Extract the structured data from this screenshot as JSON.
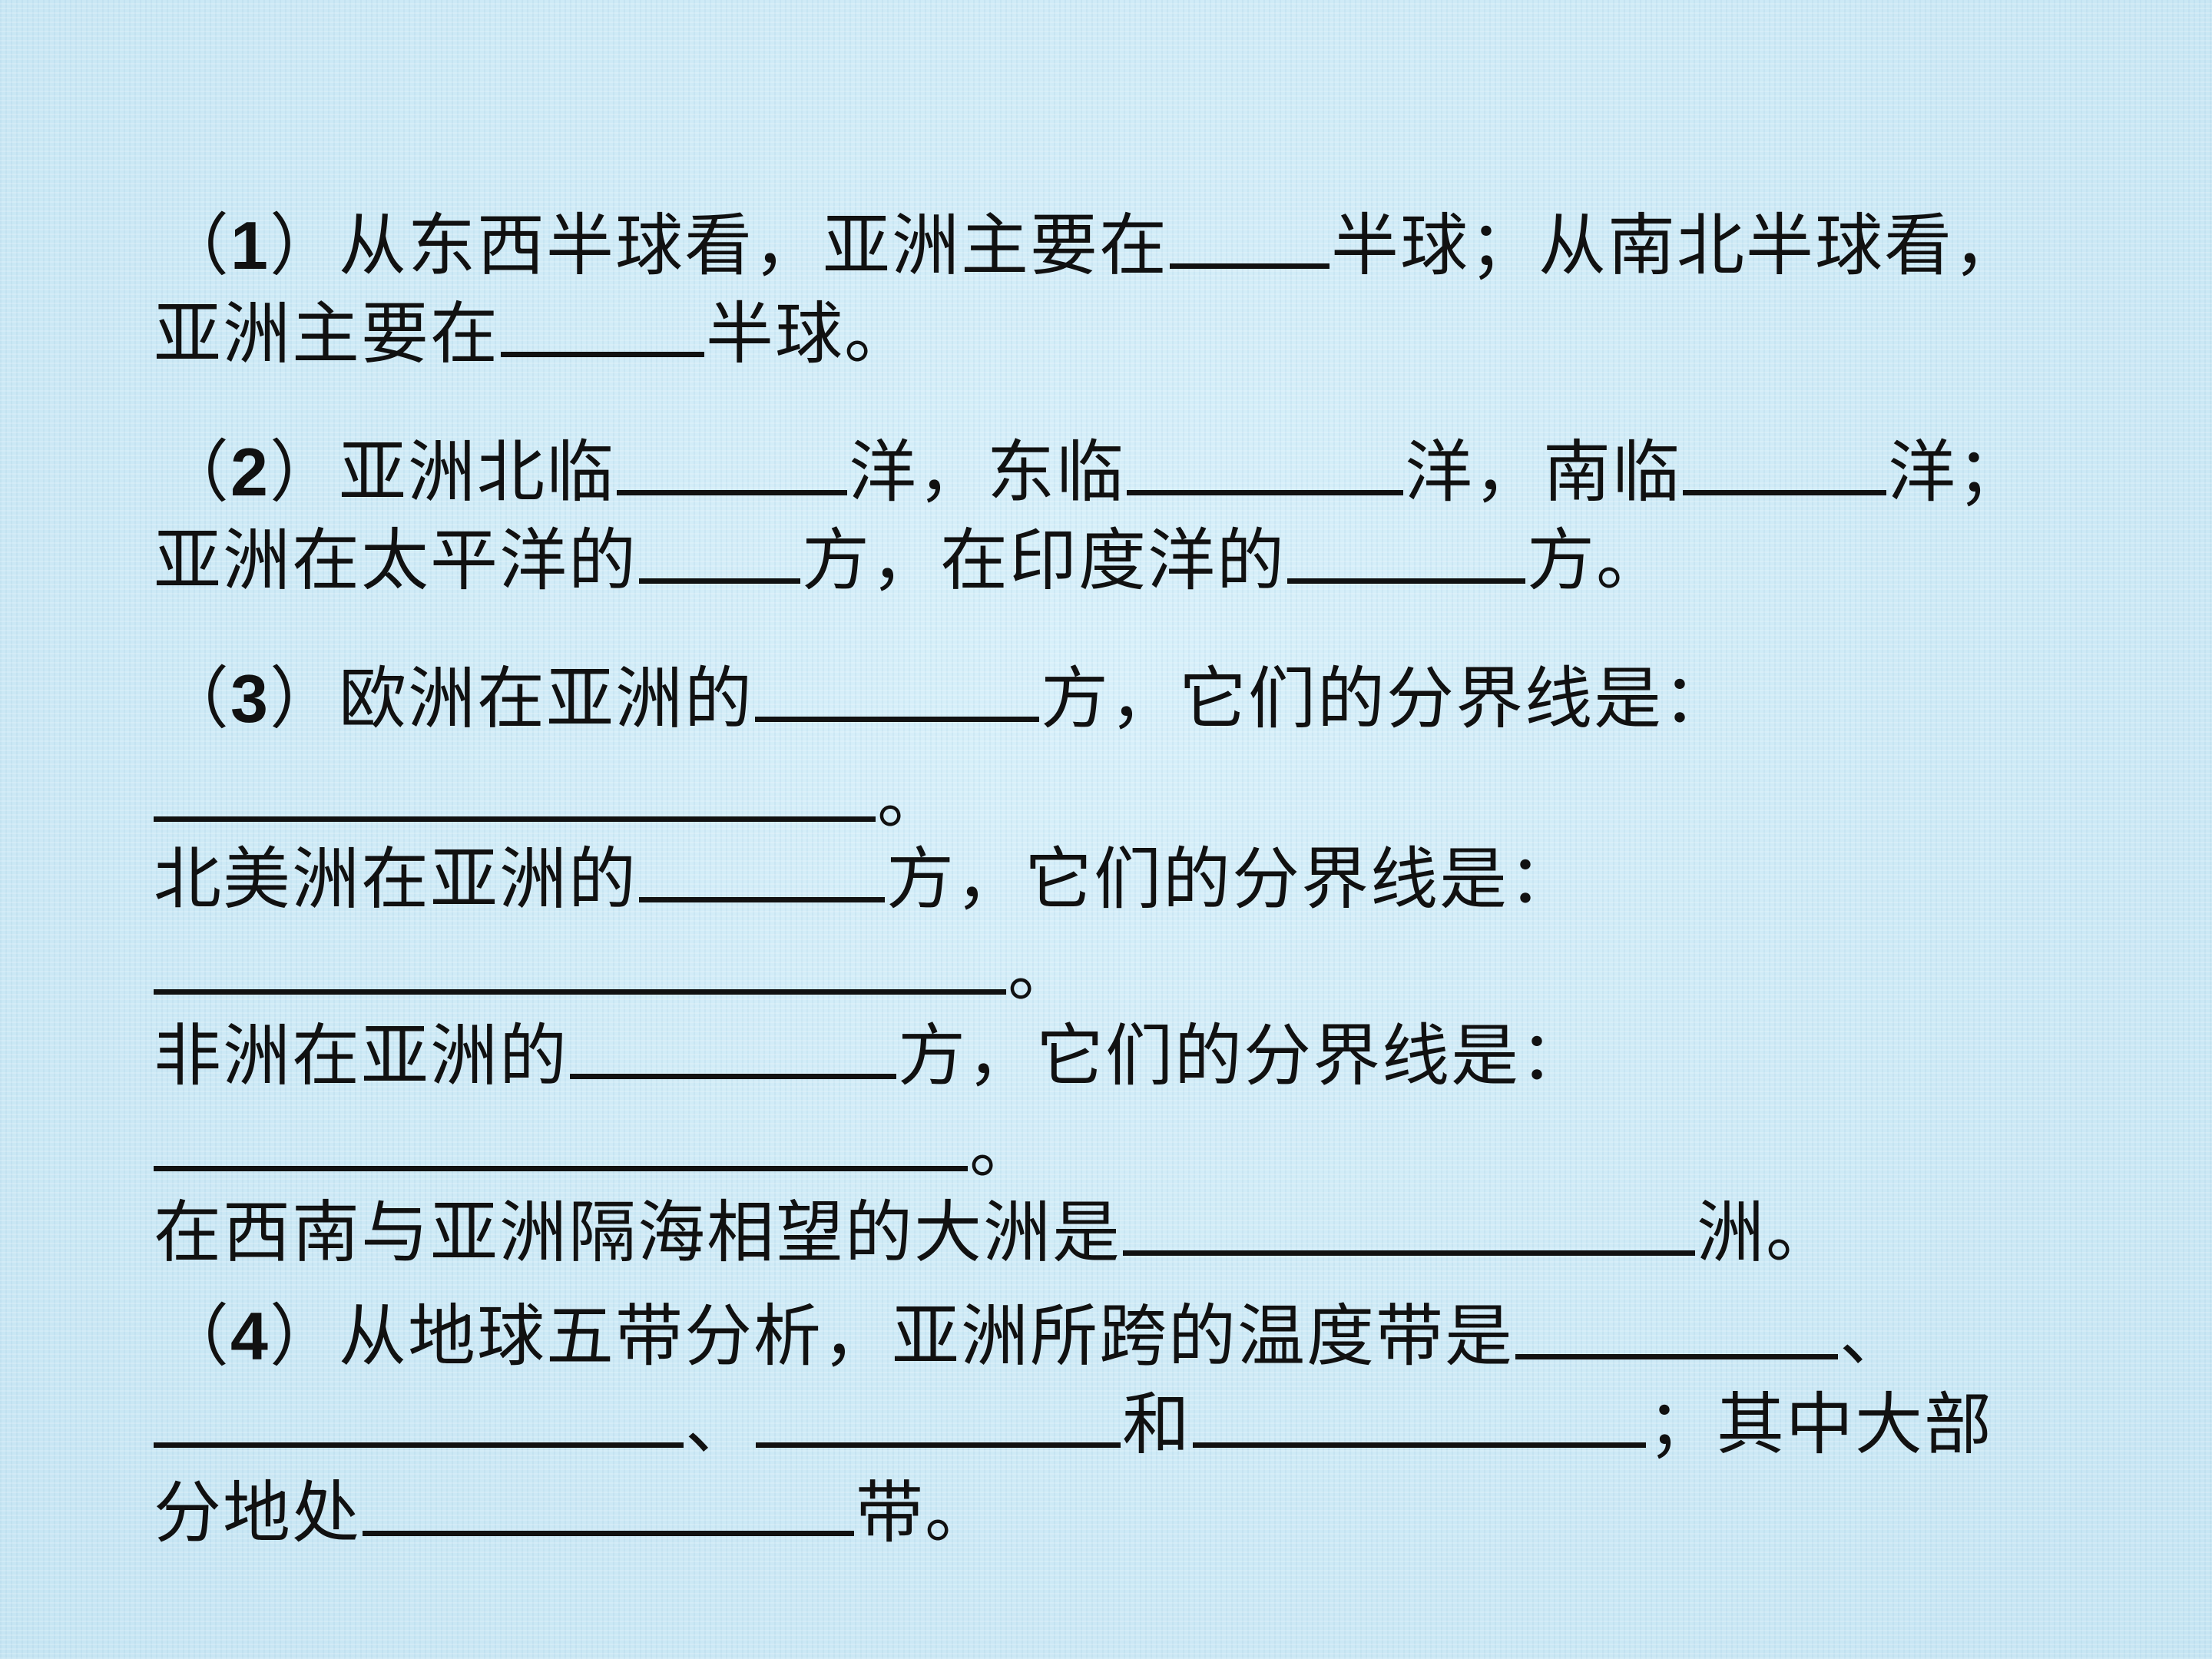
{
  "q1": {
    "line1": {
      "a": "（",
      "num": "1",
      "b": "）从东西半球看，亚洲主要在",
      "c": "半球；从南北半球看，"
    },
    "line2": {
      "a": "亚洲主要在",
      "b": "半球。"
    }
  },
  "q2": {
    "line1": {
      "a": "（",
      "num": "2",
      "b": "）亚洲北临",
      "c": "洋，东临",
      "d": "洋，南临",
      "e": "洋；"
    },
    "line2": {
      "a": "亚洲在太平洋的",
      "b": "方，在印度洋的",
      "c": "方。"
    }
  },
  "q3": {
    "line1": {
      "a": "（",
      "num": "3",
      "b": "）欧洲在亚洲的",
      "c": "方，它们的分界线是："
    },
    "line2": {
      "end": "。"
    },
    "line3": {
      "a": "北美洲在亚洲的",
      "b": "方，它们的分界线是："
    },
    "line4": {
      "end": "。"
    },
    "line5": {
      "a": "非洲在亚洲的",
      "b": "方，它们的分界线是："
    },
    "line6": {
      "end": "。"
    },
    "line7": {
      "a": "在西南与亚洲隔海相望的大洲是",
      "b": "洲。"
    }
  },
  "q4": {
    "line1": {
      "a": "（",
      "num": "4",
      "b": "）从地球五带分析，亚洲所跨的温度带是",
      "c": "、"
    },
    "line2": {
      "a": "、",
      "b": "和",
      "c": "；其中大部"
    },
    "line3": {
      "a": "分地处",
      "b": "带。"
    }
  }
}
